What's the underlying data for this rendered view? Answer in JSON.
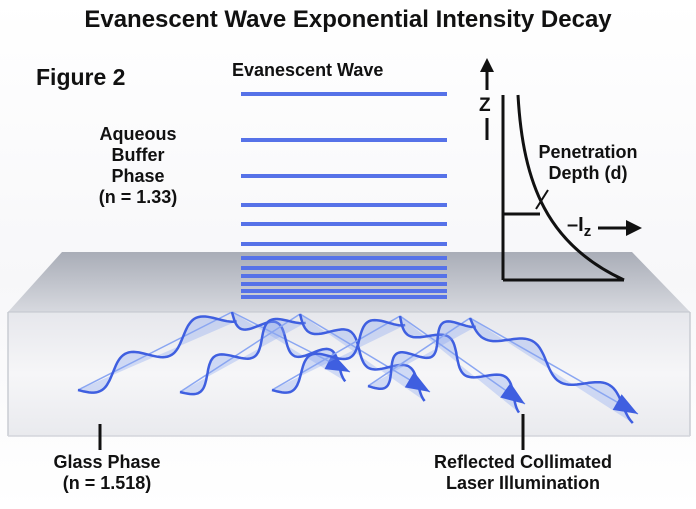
{
  "title": "Evanescent Wave Exponential Intensity Decay",
  "figure_label": "Figure 2",
  "evanescent_label": "Evanescent Wave",
  "aqueous": {
    "lines": [
      "Aqueous",
      "Buffer",
      "Phase",
      "(n = 1.33)"
    ]
  },
  "penetration": {
    "lines": [
      "Penetration",
      "Depth (d)"
    ]
  },
  "axis": {
    "z_label": "Z",
    "intensity_label": "–I",
    "intensity_subscript": "z"
  },
  "glass": {
    "lines": [
      "Glass Phase",
      "(n = 1.518)"
    ]
  },
  "reflected": {
    "lines": [
      "Reflected Collimated",
      "Laser Illumination"
    ]
  },
  "colors": {
    "wave_blue": "#3f5fe0",
    "wave_fill": "#8aa6f2",
    "evanescent_line": "#5672e8",
    "slab_dark": "#b4b8c2",
    "slab_light": "#f2f3f6",
    "curve": "#111111"
  }
}
